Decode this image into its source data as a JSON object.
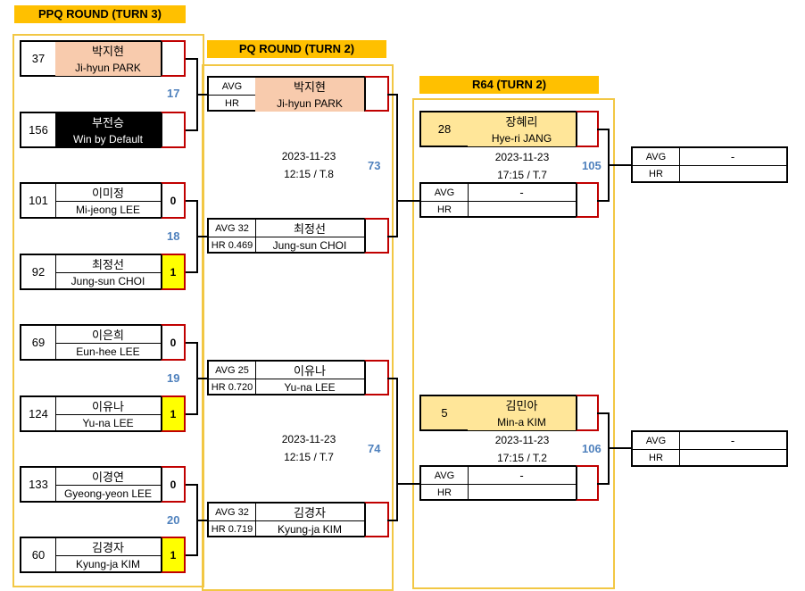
{
  "rounds": {
    "ppq": "PPQ ROUND (TURN 3)",
    "pq": "PQ ROUND (TURN 2)",
    "r64": "R64 (TURN 2)"
  },
  "ppq_players": [
    {
      "seed": "37",
      "korean": "박지현",
      "english": "Ji-hyun PARK",
      "score": ""
    },
    {
      "seed": "156",
      "korean": "부전승",
      "english": "Win by Default",
      "score": ""
    },
    {
      "seed": "101",
      "korean": "이미정",
      "english": "Mi-jeong LEE",
      "score": "0"
    },
    {
      "seed": "92",
      "korean": "최정선",
      "english": "Jung-sun CHOI",
      "score": "1"
    },
    {
      "seed": "69",
      "korean": "이은희",
      "english": "Eun-hee LEE",
      "score": "0"
    },
    {
      "seed": "124",
      "korean": "이유나",
      "english": "Yu-na LEE",
      "score": "1"
    },
    {
      "seed": "133",
      "korean": "이경연",
      "english": "Gyeong-yeon LEE",
      "score": "0"
    },
    {
      "seed": "60",
      "korean": "김경자",
      "english": "Kyung-ja KIM",
      "score": "1"
    }
  ],
  "ppq_matches": [
    "17",
    "18",
    "19",
    "20"
  ],
  "pq_players": [
    {
      "avg": "AVG",
      "hr": "HR",
      "korean": "박지현",
      "english": "Ji-hyun PARK"
    },
    {
      "avg": "AVG 32",
      "hr": "HR 0.469",
      "korean": "최정선",
      "english": "Jung-sun CHOI"
    },
    {
      "avg": "AVG 25",
      "hr": "HR 0.720",
      "korean": "이유나",
      "english": "Yu-na LEE"
    },
    {
      "avg": "AVG 32",
      "hr": "HR 0.719",
      "korean": "김경자",
      "english": "Kyung-ja KIM"
    }
  ],
  "pq_matches": [
    {
      "number": "73",
      "date": "2023-11-23",
      "time": "12:15 / T.8"
    },
    {
      "number": "74",
      "date": "2023-11-23",
      "time": "12:15 / T.7"
    }
  ],
  "r64_seeded": [
    {
      "seed": "28",
      "korean": "장혜리",
      "english": "Hye-ri JANG"
    },
    {
      "seed": "5",
      "korean": "김민아",
      "english": "Min-a KIM"
    }
  ],
  "r64_qualifier": {
    "avg": "AVG",
    "hr": "HR",
    "name": "-"
  },
  "r64_matches": [
    {
      "number": "105",
      "date": "2023-11-23",
      "time": "17:15 / T.7"
    },
    {
      "number": "106",
      "date": "2023-11-23",
      "time": "17:15 / T.2"
    }
  ],
  "r32_slot": {
    "avg": "AVG",
    "hr": "HR",
    "name": "-"
  }
}
